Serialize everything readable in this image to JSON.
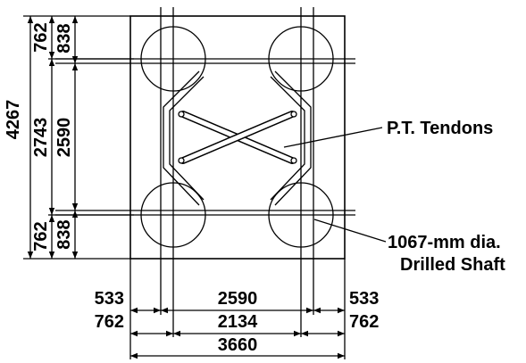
{
  "labels": {
    "tendons": "P.T. Tendons",
    "shaft_line1": "1067-mm dia.",
    "shaft_line2": "Drilled Shaft"
  },
  "dimensions": {
    "vertical_outer_total": "4267",
    "vertical_middle_total": "2743",
    "vertical_inner_span": "2590",
    "top_edge_762": "762",
    "top_edge_838": "838",
    "bottom_edge_762": "762",
    "bottom_edge_838": "838",
    "left_533": "533",
    "left_762": "762",
    "right_533": "533",
    "right_762": "762",
    "horiz_2590": "2590",
    "horiz_2134": "2134",
    "horiz_3660": "3660"
  }
}
